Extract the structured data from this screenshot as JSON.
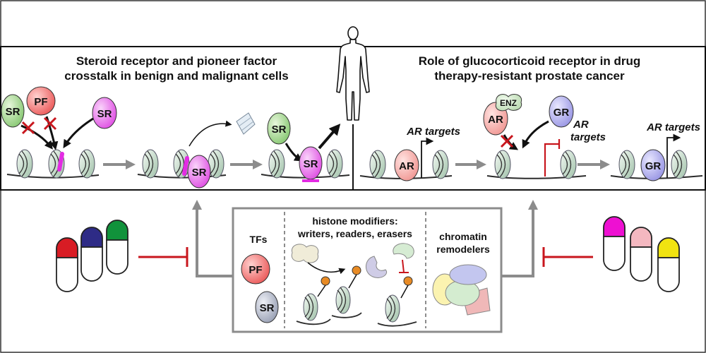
{
  "left_panel": {
    "title_line1": "Steroid receptor and pioneer factor",
    "title_line2": "crosstalk in benign and malignant cells",
    "labels": {
      "sr": "SR",
      "pf": "PF"
    }
  },
  "right_panel": {
    "title_line1": "Role of glucocorticoid receptor in drug",
    "title_line2": "therapy-resistant prostate cancer",
    "labels": {
      "ar": "AR",
      "enz": "ENZ",
      "gr": "GR",
      "ar_targets": "AR targets",
      "targets": "targets"
    }
  },
  "bottom_box": {
    "tfs_label": "TFs",
    "pf": "PF",
    "sr": "SR",
    "histone_line1": "histone modifiers:",
    "histone_line2": "writers, readers, erasers",
    "remodelers_line1": "chromatin",
    "remodelers_line2": "remodelers"
  },
  "colors": {
    "sr_green": "#8fcf7a",
    "sr_magenta": "#e14fe3",
    "pf_red": "#ef5f5f",
    "ar_pink": "#f4a4a0",
    "gr_blue": "#a9a6e8",
    "enz_green": "#cfe7c8",
    "inhibit_red": "#c8161d",
    "arrow_gray": "#8c8c8c",
    "pill_left": [
      "#d81c24",
      "#2e2b86",
      "#11923b"
    ],
    "pill_right": [
      "#ee10d2",
      "#f4b8c0",
      "#f1e311"
    ]
  }
}
